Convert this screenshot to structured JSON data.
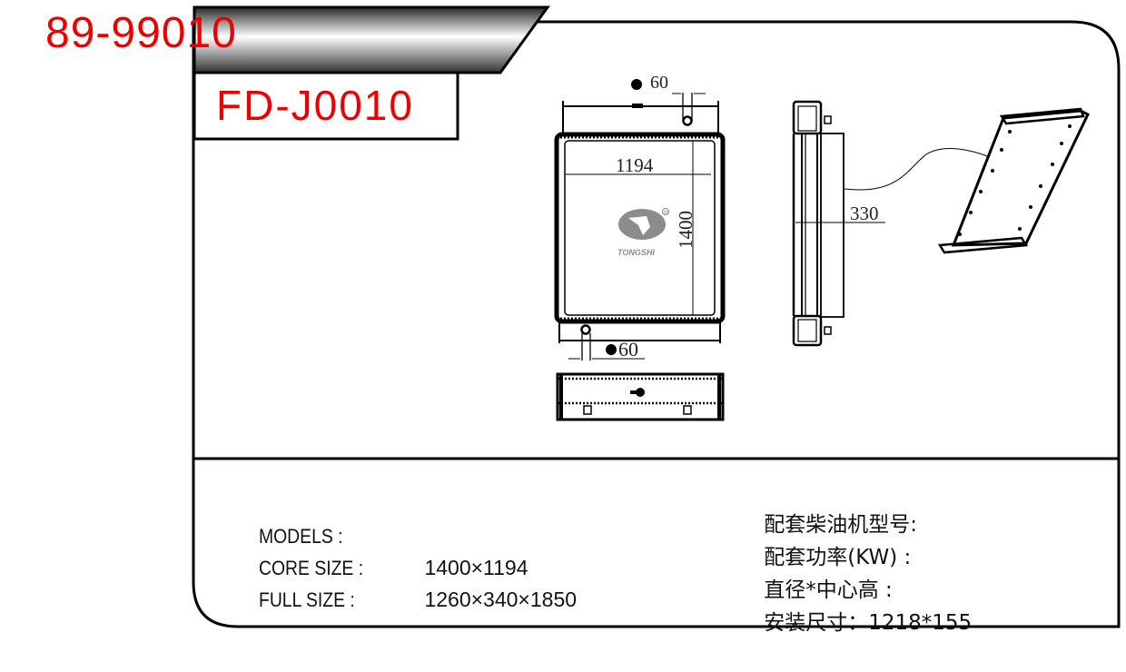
{
  "header": {
    "part_number": "89-99010",
    "model_code": "FD-J0010"
  },
  "drawing": {
    "front_view": {
      "inlet_diameter_label": "60",
      "outlet_diameter_label": "60",
      "core_width_label": "1194",
      "core_height_label": "1400"
    },
    "side_view": {
      "depth_label": "330"
    },
    "logo": {
      "brand": "TONGSHI",
      "registered_mark": "®"
    }
  },
  "specs": {
    "models": {
      "label": "MODELS :",
      "value": ""
    },
    "core_size": {
      "label": "CORE SIZE :",
      "value": "1400×1194"
    },
    "full_size": {
      "label": "FULL SIZE :",
      "value": "1260×340×1850"
    }
  },
  "engine_info": {
    "engine_model": {
      "label": "配套柴油机型号:",
      "value": ""
    },
    "power": {
      "label": "配套功率(KW) :",
      "value": ""
    },
    "diameter_center_height": {
      "label": "直径*中心高 :",
      "value": ""
    },
    "mounting_size": {
      "label": "安装尺寸：",
      "value": "1218*155"
    }
  },
  "colors": {
    "accent_red": "#ee0000",
    "line": "#000000",
    "logo_gray": "#8c8c8c"
  }
}
